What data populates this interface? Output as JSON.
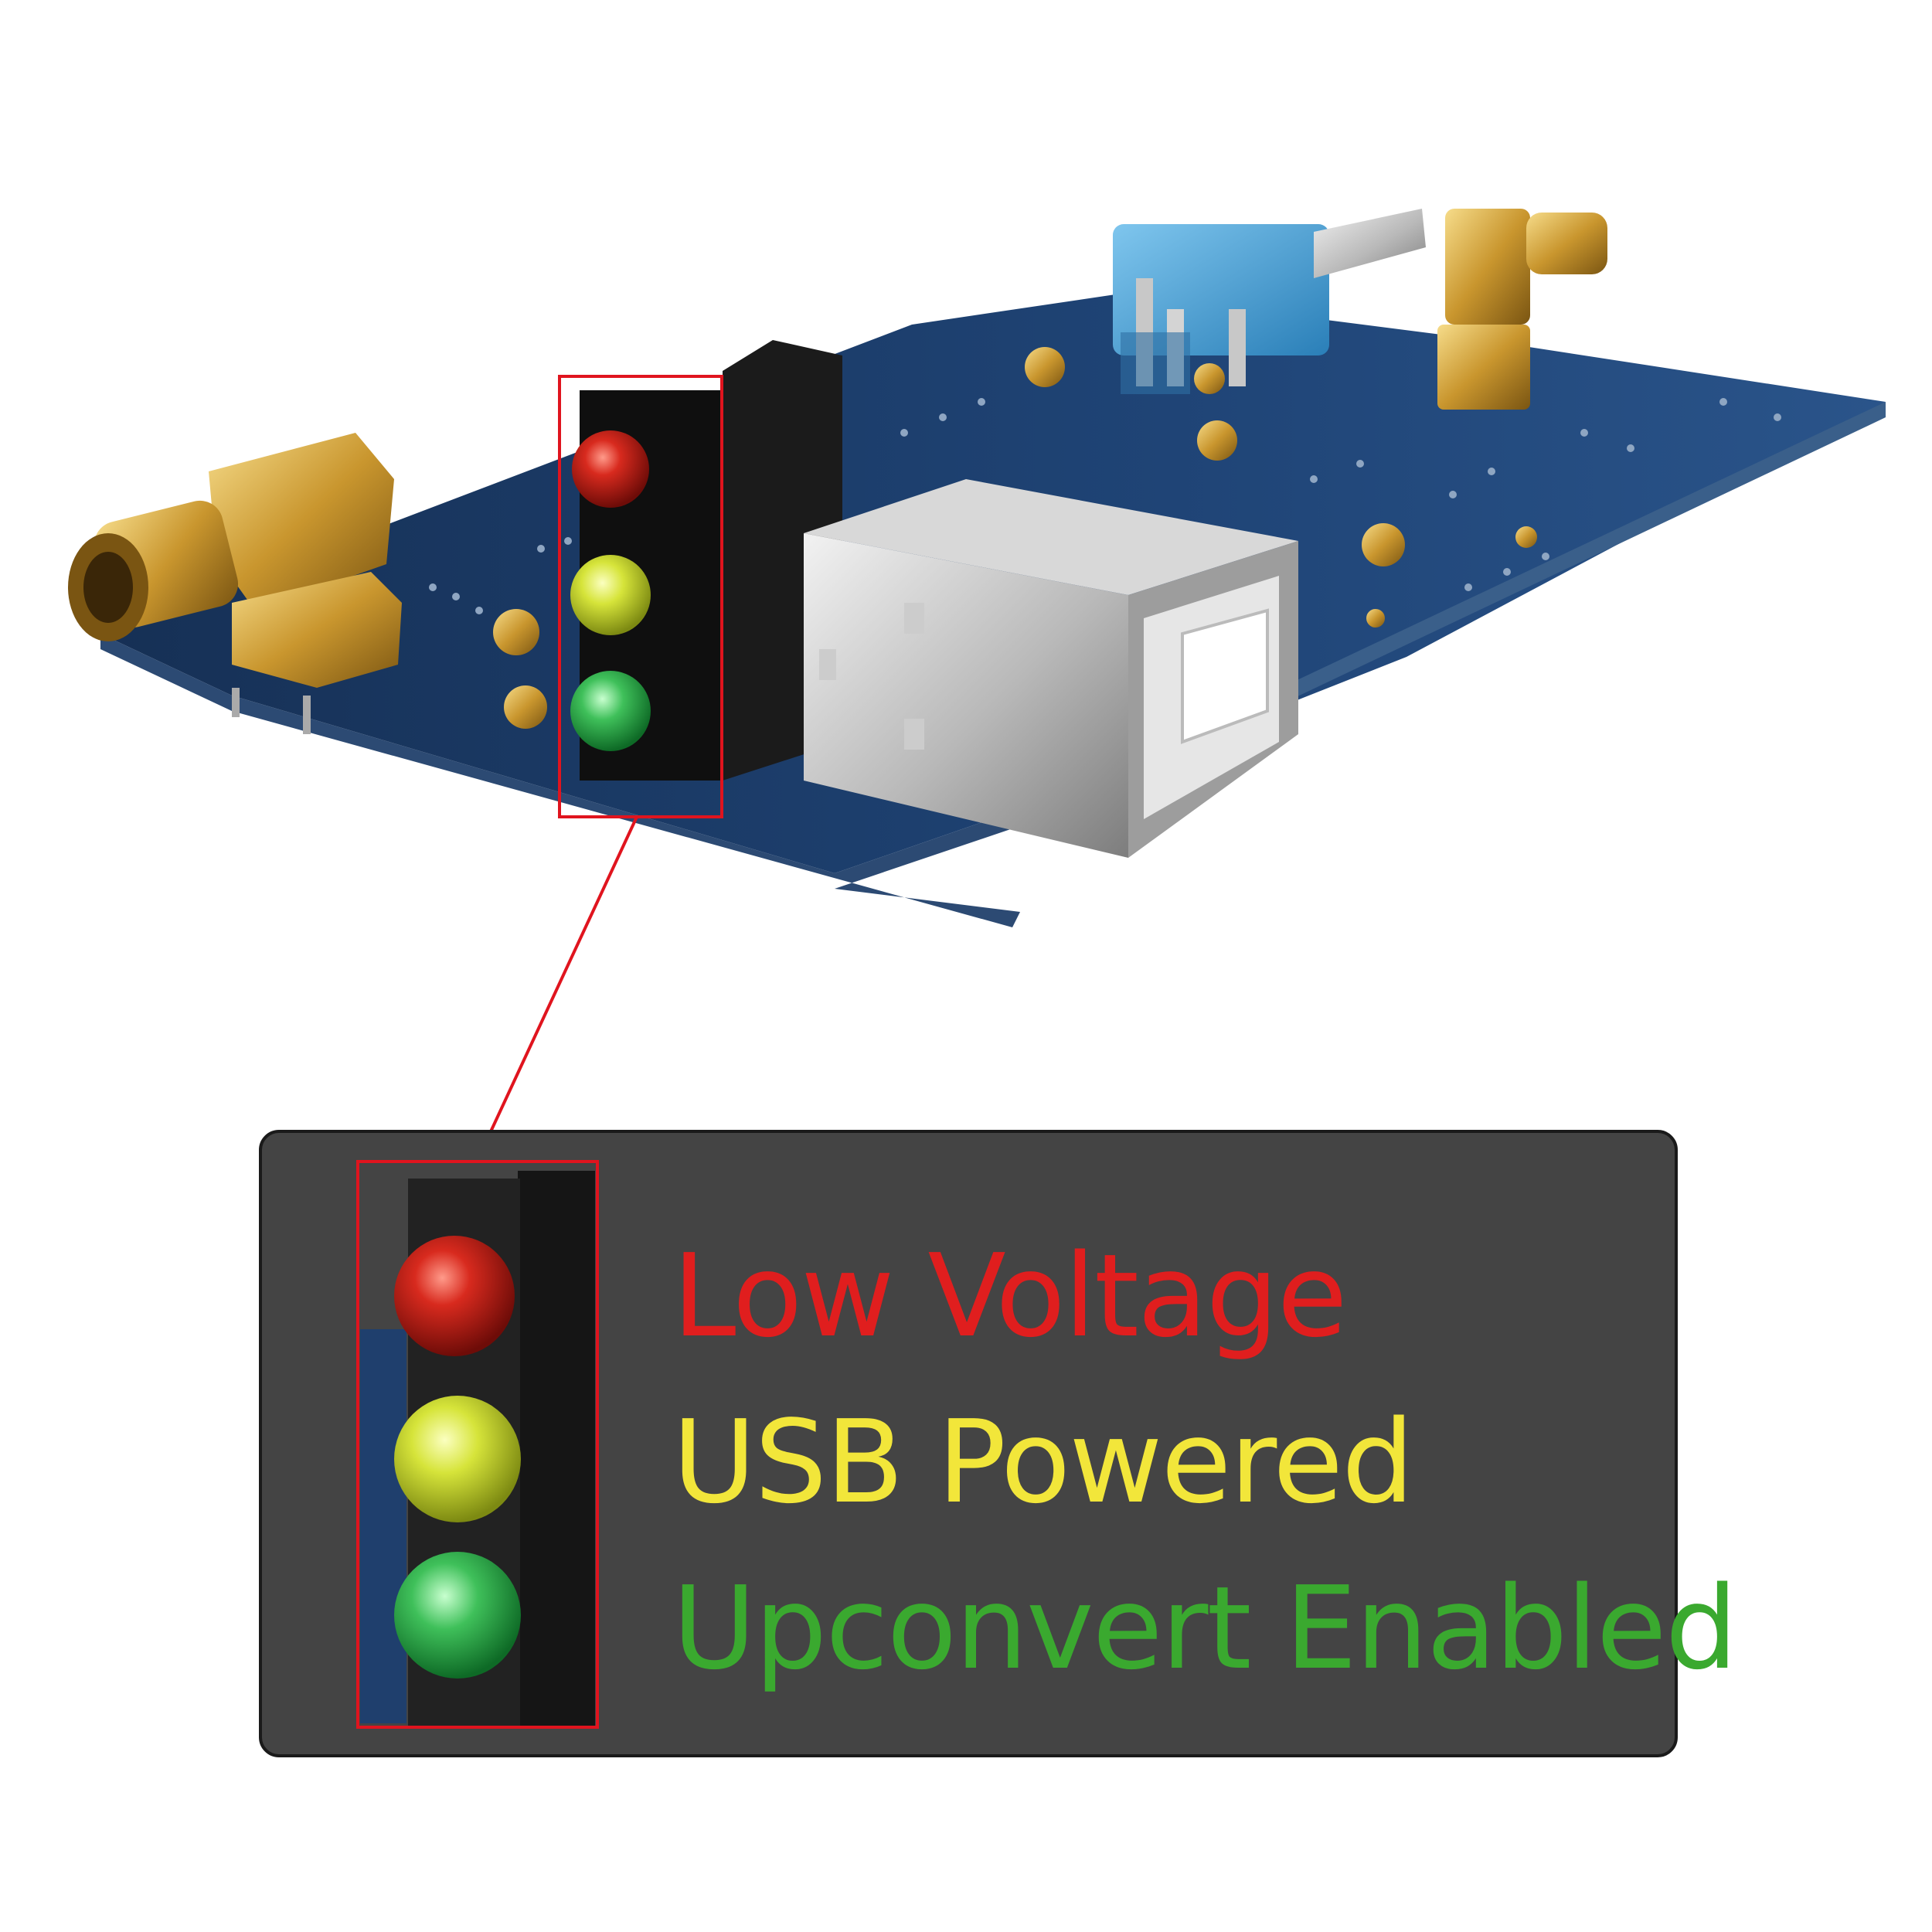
{
  "legend": {
    "items": [
      {
        "label": "Low Voltage",
        "led": "red",
        "color": "#e01e1e"
      },
      {
        "label": "USB Powered",
        "led": "yellow",
        "color": "#f2e63a"
      },
      {
        "label": "Upconvert Enabled",
        "led": "green",
        "color": "#3aa92f"
      }
    ]
  },
  "highlight_color": "#e0141e",
  "board_color": "#1d3a66"
}
